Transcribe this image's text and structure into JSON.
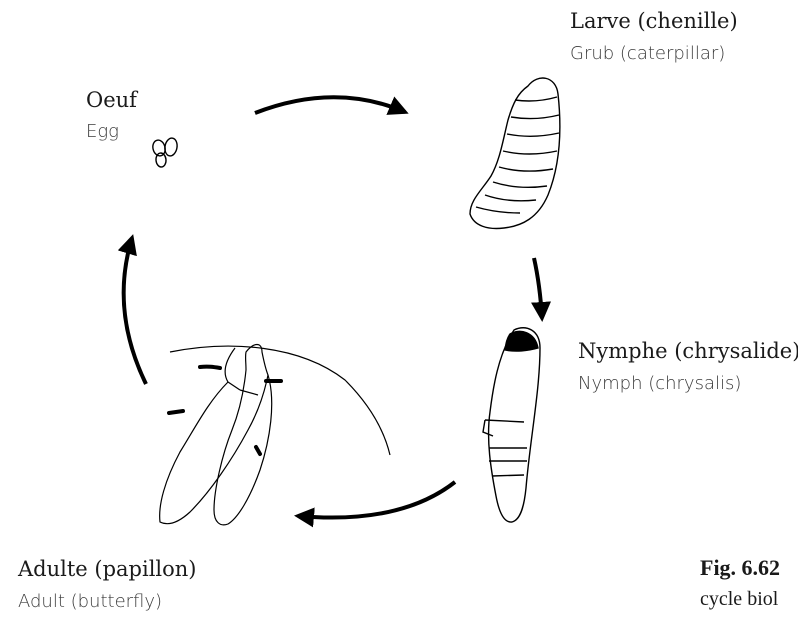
{
  "stages": {
    "egg": {
      "fr": "Oeuf",
      "en": "Egg"
    },
    "larva": {
      "fr": "Larve (chenille)",
      "en": "Grub (caterpillar)"
    },
    "nymph": {
      "fr": "Nymphe (chrysalide)",
      "en": "Nymph (chrysalis)"
    },
    "adult": {
      "fr": "Adulte (papillon)",
      "en": "Adult (butterfly)"
    }
  },
  "figure": {
    "number": "Fig. 6.62",
    "caption": "cycle biol"
  }
}
